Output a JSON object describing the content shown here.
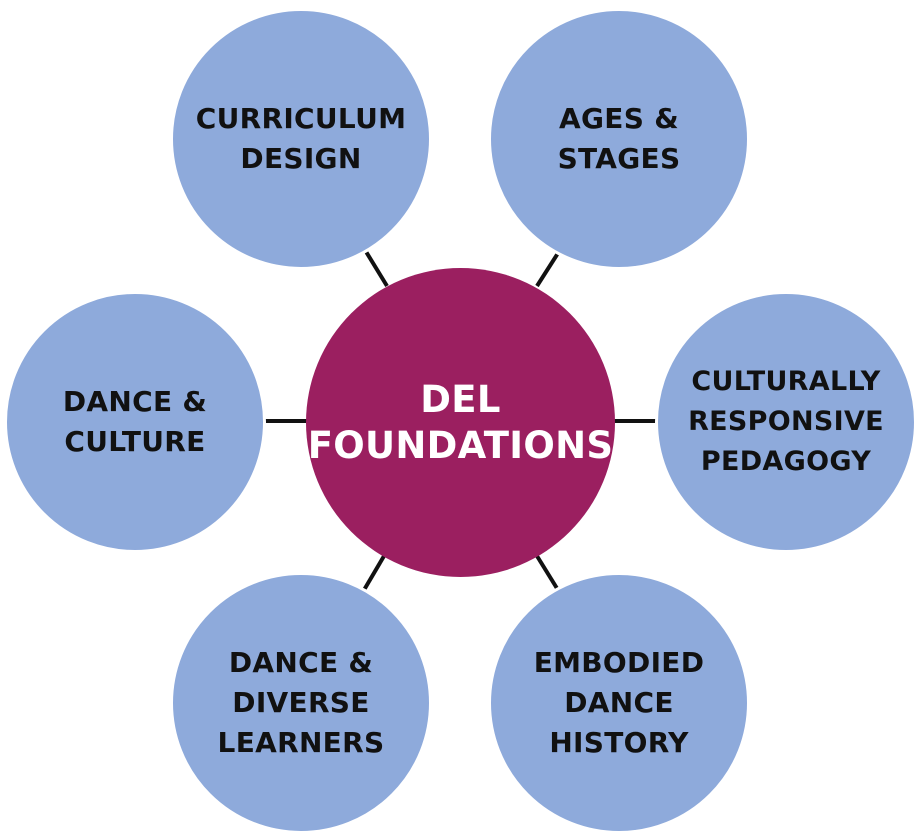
{
  "center": {
    "lines": [
      "DEL",
      "FOUNDATIONS"
    ]
  },
  "nodes": [
    {
      "lines": [
        "CURRICULUM",
        "DESIGN"
      ]
    },
    {
      "lines": [
        "AGES &",
        "STAGES"
      ]
    },
    {
      "lines": [
        "CULTURALLY",
        "RESPONSIVE",
        "PEDAGOGY"
      ]
    },
    {
      "lines": [
        "EMBODIED",
        "DANCE",
        "HISTORY"
      ]
    },
    {
      "lines": [
        "DANCE &",
        "DIVERSE",
        "LEARNERS"
      ]
    },
    {
      "lines": [
        "DANCE &",
        "CULTURE"
      ]
    }
  ],
  "colors": {
    "center_fill": "#9b1f60",
    "node_fill": "#8eaadb",
    "connector": "#111111"
  }
}
